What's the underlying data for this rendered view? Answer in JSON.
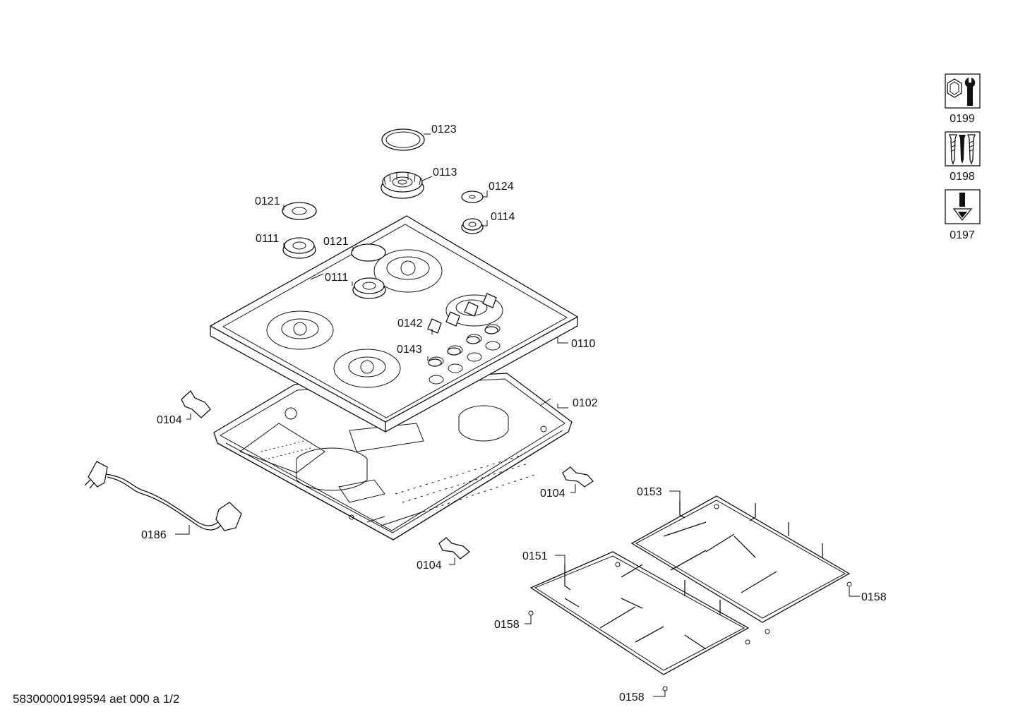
{
  "labels": {
    "p0123": "0123",
    "p0113": "0113",
    "p0124": "0124",
    "p0114": "0114",
    "p0121a": "0121",
    "p0121b": "0121",
    "p0111a": "0111",
    "p0111b": "0111",
    "p0142": "0142",
    "p0143": "0143",
    "p0110": "0110",
    "p0102": "0102",
    "p0104a": "0104",
    "p0104b": "0104",
    "p0104c": "0104",
    "p0186": "0186",
    "p0153": "0153",
    "p0151": "0151",
    "p0158a": "0158",
    "p0158b": "0158",
    "p0158c": "0158"
  },
  "legend": [
    {
      "code": "0199",
      "icon": "tools-icon"
    },
    {
      "code": "0198",
      "icon": "screws-icon"
    },
    {
      "code": "0197",
      "icon": "lubricant-icon"
    }
  ],
  "footer": "58300000199594 aet 000 a 1/2"
}
